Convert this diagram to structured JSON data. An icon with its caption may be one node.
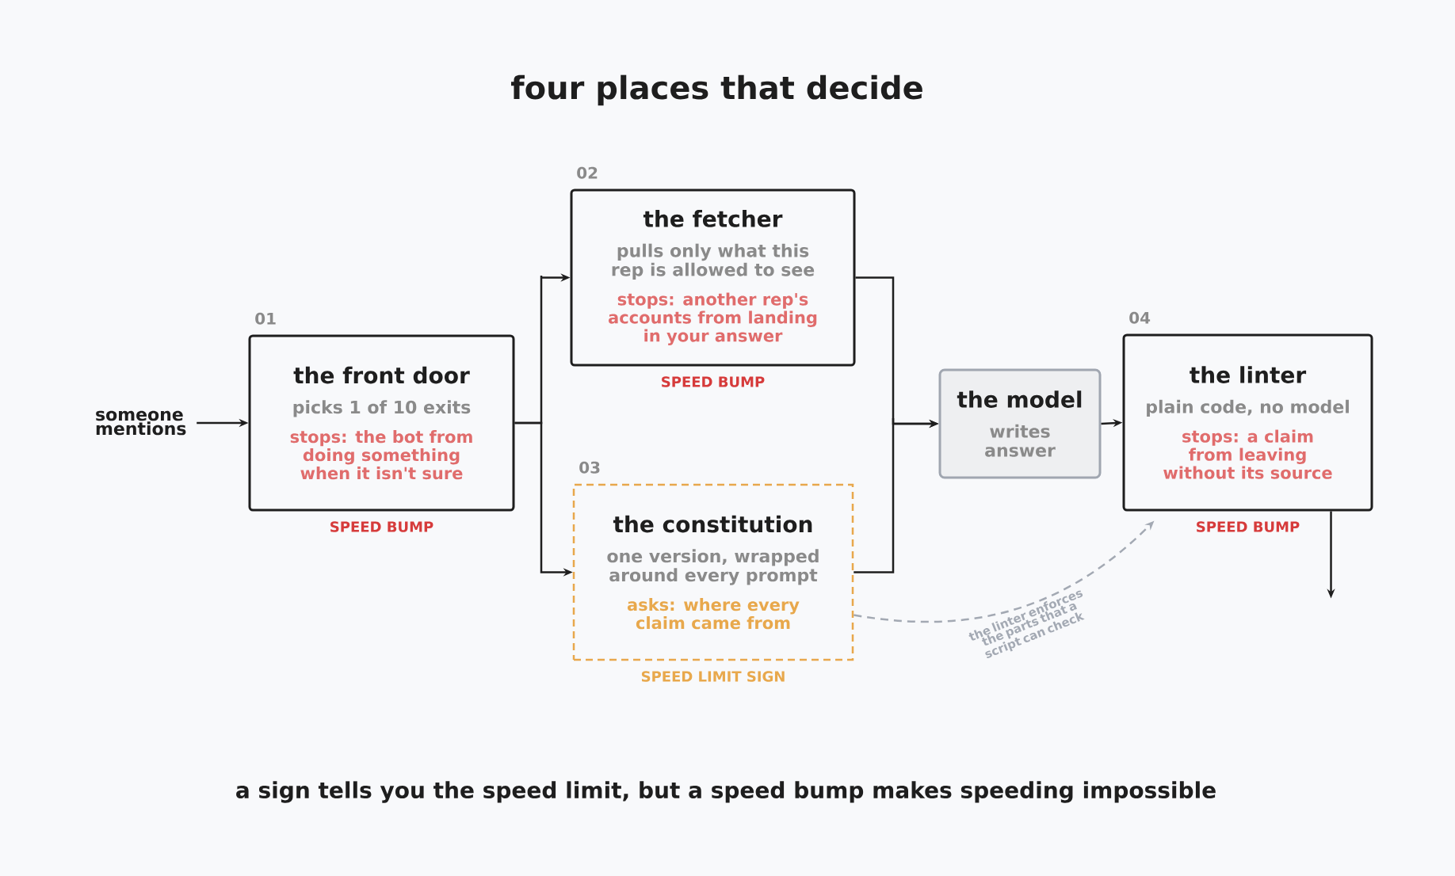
{
  "diagram": {
    "title": "four places that decide",
    "caption": "a sign tells you the speed limit, but a speed bump makes speeding impossible",
    "nodes": [
      {
        "text": [
          "someone mentions"
        ]
      },
      {
        "text": [
          "the front door",
          "picks 1 of 10 exits",
          "stops: the bot from doing something when it isn't sure"
        ],
        "beside": [
          "01",
          "SPEED BUMP"
        ]
      },
      {
        "text": [
          "the fetcher",
          "pulls only what this rep is allowed to see",
          "stops: another rep's accounts from landing in your answer"
        ],
        "beside": [
          "02",
          "SPEED BUMP"
        ]
      },
      {
        "text": [
          "the constitution",
          "one version, wrapped around every prompt",
          "asks: where every claim came from"
        ],
        "beside": [
          "03",
          "SPEED LIMIT SIGN"
        ]
      },
      {
        "text": [
          "the model",
          "writes answer"
        ]
      },
      {
        "text": [
          "the linter",
          "plain code, no model",
          "stops: a claim from leaving without its source"
        ],
        "beside": [
          "04",
          "SPEED BUMP"
        ]
      }
    ],
    "edges": [
      {
        "from": 0,
        "to": 1,
        "arrow": "to"
      },
      {
        "from": 1,
        "to": 2,
        "arrow": "to"
      },
      {
        "from": 1,
        "to": 3,
        "arrow": "to"
      },
      {
        "from": 2,
        "to": 4,
        "arrow": "to"
      },
      {
        "from": 3,
        "to": 4,
        "arrow": "to"
      },
      {
        "from": 4,
        "to": 5,
        "arrow": "to"
      },
      {
        "from": 3,
        "to": 5,
        "arrow": "to",
        "label": "the linter enforces the parts that a script can check",
        "style": "dashed",
        "color": "#a3a9b3"
      },
      {
        "from": 5,
        "to": null,
        "arrow": "to"
      }
    ]
  }
}
